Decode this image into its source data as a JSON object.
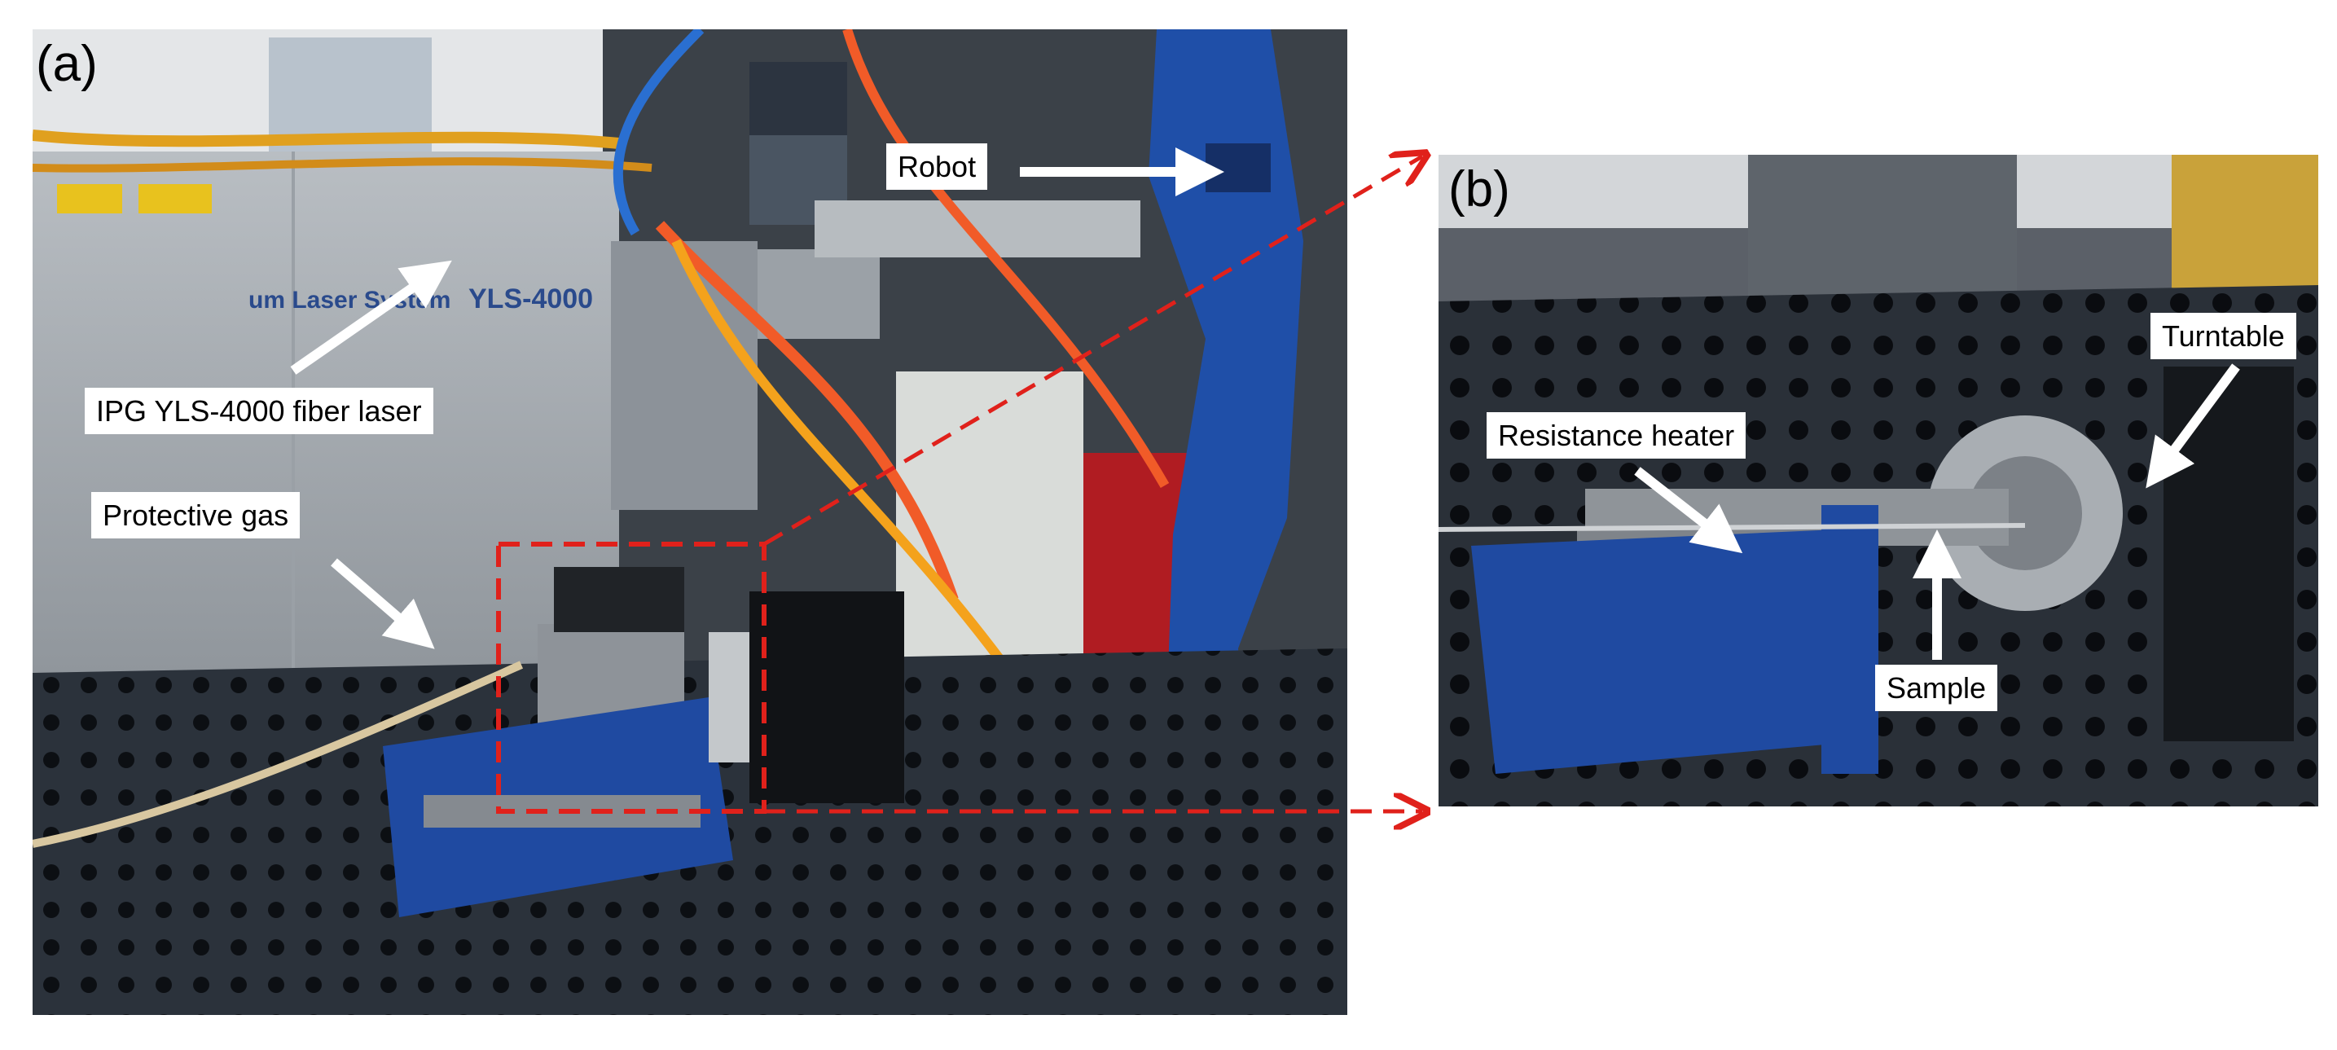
{
  "figure": {
    "panel_a": {
      "letter": "(a)",
      "labels": {
        "robot": "Robot",
        "fiber_laser": "IPG YLS-4000 fiber laser",
        "protective_gas": "Protective gas"
      },
      "equipment_text": {
        "laser_system": "um Laser System",
        "model": "YLS-4000"
      }
    },
    "panel_b": {
      "letter": "(b)",
      "labels": {
        "turntable": "Turntable",
        "resistance_heater": "Resistance heater",
        "sample": "Sample"
      }
    },
    "colors": {
      "arrow": "#ffffff",
      "zoom_box": "#e0211b",
      "robot_blue": "#1f4fa8",
      "breadboard": "#2a3038"
    }
  }
}
